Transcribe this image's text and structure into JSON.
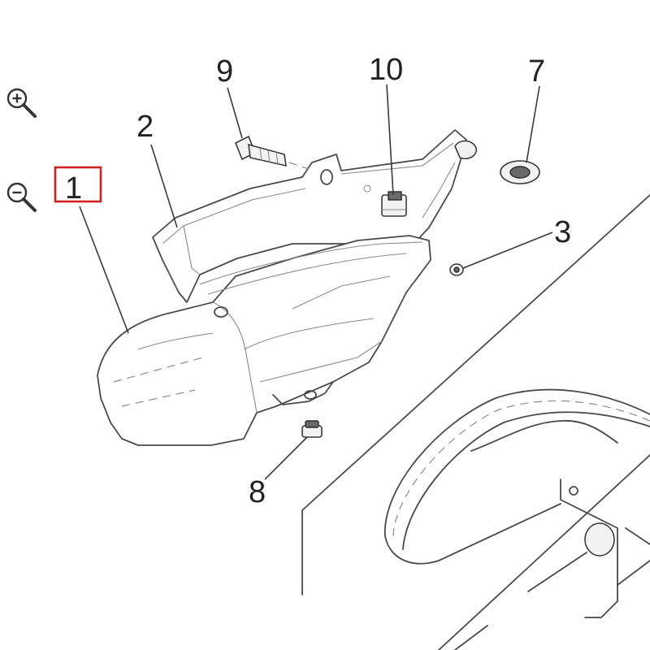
{
  "toolbar": {
    "zoom_in_icon": "zoom-in-magnifier-icon",
    "zoom_out_icon": "zoom-out-magnifier-icon"
  },
  "callouts": {
    "part_1": "1",
    "part_2": "2",
    "part_3": "3",
    "part_7": "7",
    "part_8": "8",
    "part_9": "9",
    "part_10": "10"
  },
  "highlight": {
    "selected_part": "1",
    "color": "#cc2222"
  }
}
